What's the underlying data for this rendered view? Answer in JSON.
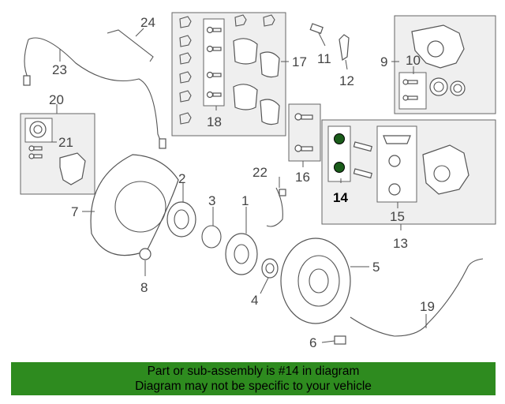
{
  "callouts": {
    "c1": "1",
    "c2": "2",
    "c3": "3",
    "c4": "4",
    "c5": "5",
    "c6": "6",
    "c7": "7",
    "c8": "8",
    "c9": "9",
    "c10": "10",
    "c11": "11",
    "c12": "12",
    "c13": "13",
    "c14": "14",
    "c15": "15",
    "c16": "16",
    "c17": "17",
    "c18": "18",
    "c19": "19",
    "c20": "20",
    "c21": "21",
    "c22": "22",
    "c23": "23",
    "c24": "24"
  },
  "highlight_part": "14",
  "colors": {
    "banner": "#2e8b1f",
    "group_box": "#efefef",
    "line": "#555555",
    "highlight_part": "#1a5c1a"
  },
  "banner": {
    "line1": "Part or sub-assembly is #14 in diagram",
    "line2": "Diagram may not be specific to your vehicle"
  }
}
